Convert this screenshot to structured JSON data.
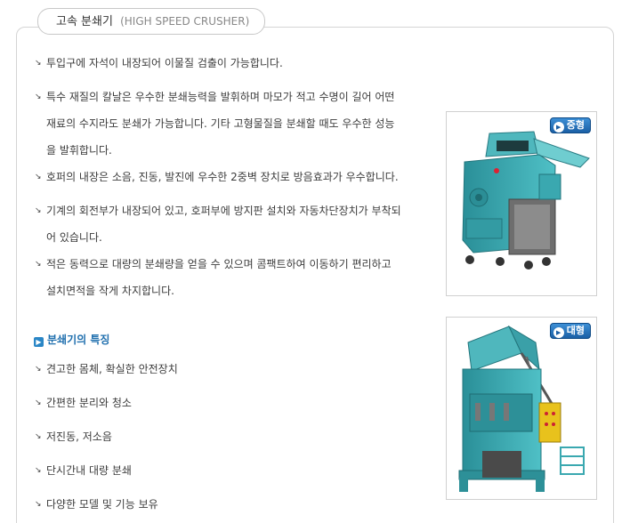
{
  "header": {
    "title_ko": "고속 분쇄기",
    "title_en": "(HIGH SPEED CRUSHER)"
  },
  "description": [
    {
      "lines": [
        "투입구에 자석이 내장되어 이물질 검출이 가능합니다."
      ]
    },
    {
      "lines": [
        "특수 재질의 칼날은 우수한 분쇄능력을 발휘하며 마모가 적고 수명이 길어 어떤",
        "재료의 수지라도 분쇄가 가능합니다. 기타 고형물질을 분쇄할 때도 우수한 성능",
        "을 발휘합니다."
      ]
    },
    {
      "lines": [
        "호퍼의 내장은 소음, 진동, 발진에 우수한 2중벽 장치로 방음효과가 우수합니다."
      ]
    },
    {
      "lines": [
        "기계의 회전부가 내장되어 있고, 호퍼부에 방지판 설치와 자동차단장치가 부착되",
        "어 있습니다."
      ]
    },
    {
      "lines": [
        "적은 동력으로 대량의 분쇄량을 얻을 수 있으며 콤팩트하여 이동하기 편리하고",
        "설치면적을 작게 차지합니다."
      ]
    }
  ],
  "features": {
    "heading": "분쇄기의 특징",
    "items": [
      "견고한 몸체, 확실한 안전장치",
      "간편한 분리와 청소",
      "저진동, 저소음",
      "단시간내 대량 분쇄",
      "다양한 모델 및 기능 보유"
    ]
  },
  "photos": [
    {
      "badge": "중형"
    },
    {
      "badge": "대형"
    }
  ],
  "colors": {
    "machine": "#3aa8b0",
    "badge": "#1b5fa5",
    "heading": "#1f6fae"
  }
}
